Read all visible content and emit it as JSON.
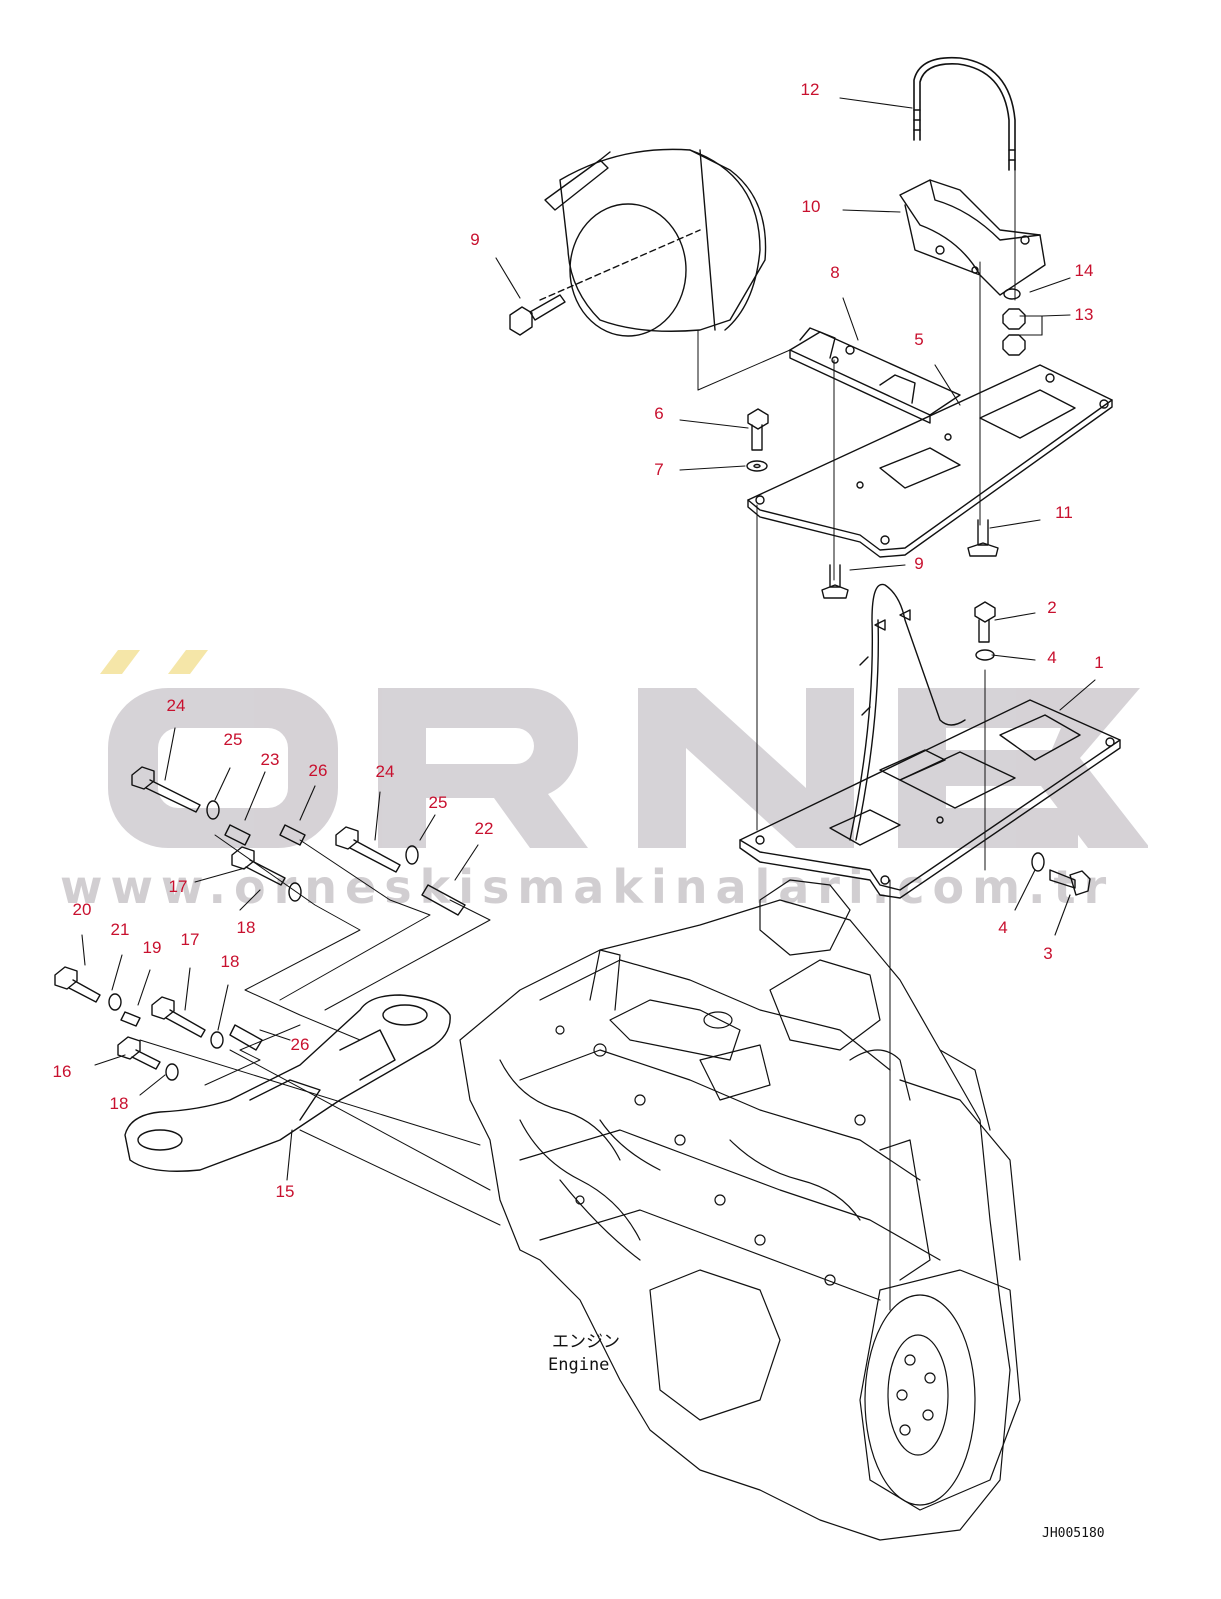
{
  "diagram": {
    "drawing_code": "JH005180",
    "engine_label_jp": "エンジン",
    "engine_label_en": "Engine",
    "callout_color": "#c8102e"
  },
  "watermark": {
    "brand": "ÖRNEK",
    "url": "www.orneskismakinalari.com.tr",
    "color": "#c9c6c9",
    "accent_color": "#f5e6a8"
  },
  "callouts": {
    "c1": "1",
    "c2": "2",
    "c3": "3",
    "c4a": "4",
    "c4b": "4",
    "c5": "5",
    "c6": "6",
    "c7": "7",
    "c8": "8",
    "c9a": "9",
    "c9b": "9",
    "c10": "10",
    "c11": "11",
    "c12": "12",
    "c13": "13",
    "c14": "14",
    "c15": "15",
    "c16": "16",
    "c17a": "17",
    "c17b": "17",
    "c18a": "18",
    "c18b": "18",
    "c18c": "18",
    "c19": "19",
    "c20": "20",
    "c21": "21",
    "c22": "22",
    "c23": "23",
    "c24a": "24",
    "c24b": "24",
    "c25a": "25",
    "c25b": "25",
    "c26a": "26",
    "c26b": "26"
  }
}
